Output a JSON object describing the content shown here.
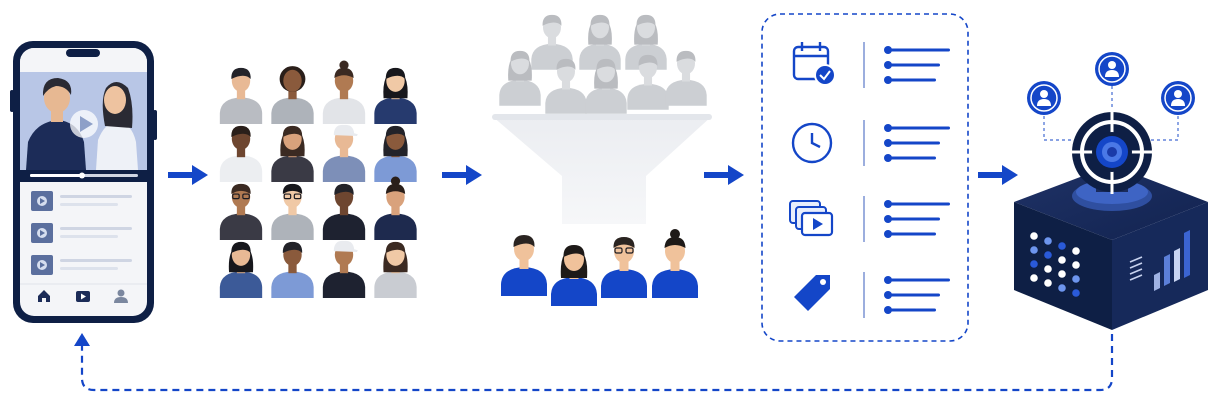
{
  "diagram": {
    "steps": [
      {
        "name": "video-app-phone",
        "icons": [
          "play-icon",
          "home-icon",
          "video-icon",
          "user-icon"
        ],
        "list_rows": 3
      },
      {
        "name": "audience-grid",
        "people_rows": 4,
        "people_cols": 4
      },
      {
        "name": "filter-funnel",
        "selected_people": 4
      },
      {
        "name": "feature-panel",
        "features": [
          "calendar-check-icon",
          "clock-icon",
          "video-stack-icon",
          "tag-icon"
        ]
      },
      {
        "name": "model-cube",
        "icons": [
          "target-lens-icon",
          "user-icon",
          "user-icon",
          "user-icon",
          "bar-chart-icon"
        ]
      }
    ],
    "connectors": [
      "arrow-right",
      "arrow-right",
      "arrow-right",
      "arrow-right",
      "feedback-loop-arrow"
    ],
    "colors": {
      "accent": "#1446c8",
      "navy": "#0e1f45",
      "phone_screen_top": "#b8c6e6",
      "grey_person": "#b9bcc2",
      "light_grey": "#eceef1"
    }
  }
}
